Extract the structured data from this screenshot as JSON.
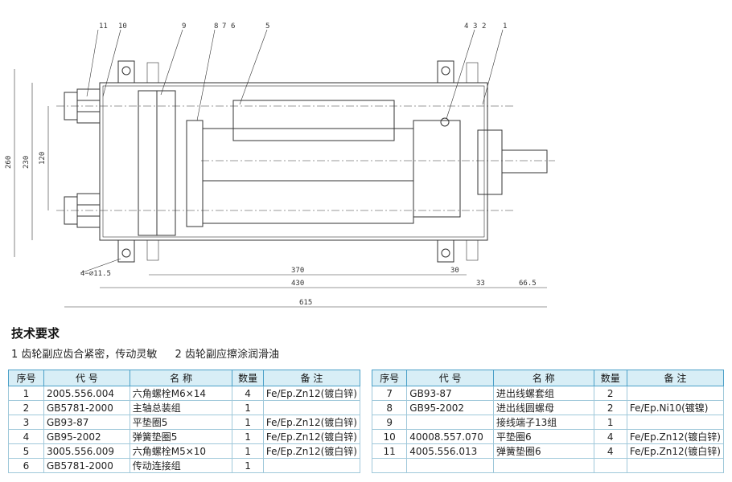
{
  "drawing": {
    "part_labels": [
      "11",
      "10",
      "9",
      "8",
      "7",
      "6",
      "5",
      "4",
      "3",
      "2",
      "1"
    ],
    "dimensions": {
      "overall_height": "260",
      "inner_height": "230",
      "spacing": "120",
      "holes": "4−⌀11.5",
      "len_370": "370",
      "len_30": "30",
      "len_430": "430",
      "len_33": "33",
      "len_66_5": "66.5",
      "len_615": "615"
    }
  },
  "requirements": {
    "title": "技术要求",
    "items": [
      "1 齿轮副应齿合紧密，传动灵敏",
      "2 齿轮副应擦涂润滑油"
    ]
  },
  "table": {
    "headers": [
      "序号",
      "代 号",
      "名 称",
      "数量",
      "备 注"
    ],
    "left_rows": [
      [
        "1",
        "2005.556.004",
        "六角螺栓M6×14",
        "4",
        "Fe/Ep.Zn12(镀白锌)"
      ],
      [
        "2",
        "GB5781-2000",
        "主轴总装组",
        "1",
        ""
      ],
      [
        "3",
        "GB93-87",
        "平垫圈5",
        "1",
        "Fe/Ep.Zn12(镀白锌)"
      ],
      [
        "4",
        "GB95-2002",
        "弹簧垫圈5",
        "1",
        "Fe/Ep.Zn12(镀白锌)"
      ],
      [
        "5",
        "3005.556.009",
        "六角螺栓M5×10",
        "1",
        "Fe/Ep.Zn12(镀白锌)"
      ],
      [
        "6",
        "GB5781-2000",
        "传动连接组",
        "1",
        ""
      ]
    ],
    "right_rows": [
      [
        "7",
        "GB93-87",
        "进出线螺套组",
        "2",
        ""
      ],
      [
        "8",
        "GB95-2002",
        "进出线圆螺母",
        "2",
        "Fe/Ep.Ni10(镀镍)"
      ],
      [
        "9",
        "",
        "接线端子13组",
        "1",
        ""
      ],
      [
        "10",
        "40008.557.070",
        "平垫圈6",
        "4",
        "Fe/Ep.Zn12(镀白锌)"
      ],
      [
        "11",
        "4005.556.013",
        "弹簧垫圈6",
        "4",
        "Fe/Ep.Zn12(镀白锌)"
      ]
    ]
  }
}
